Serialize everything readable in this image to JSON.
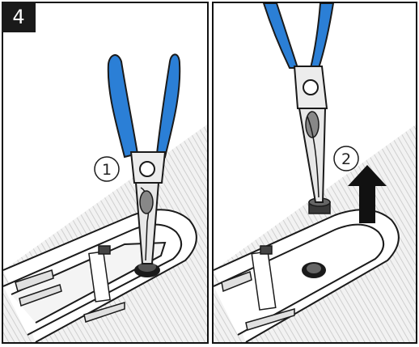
{
  "step": {
    "number": "4"
  },
  "panels": [
    {
      "id": "left",
      "callout": "1"
    },
    {
      "id": "right",
      "callout": "2"
    }
  ],
  "colors": {
    "handle": "#2b7fd6",
    "handle_dark": "#1a5ea8",
    "metal": "#e8e8e8",
    "outline": "#1a1a1a",
    "shade": "#d9d9d9",
    "arrow": "#111111"
  },
  "icons": [
    "pliers-icon",
    "up-arrow-icon"
  ]
}
